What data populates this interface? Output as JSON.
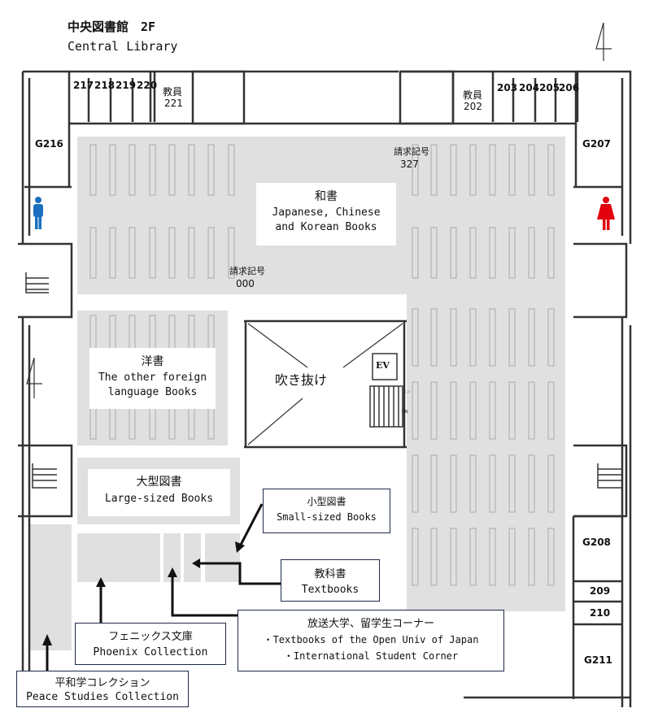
{
  "header": {
    "title_ja": "中央図書館　2F",
    "title_en": "Central Library"
  },
  "rooms": {
    "top_left": [
      "217",
      "218",
      "219",
      "220"
    ],
    "staff_left": {
      "label": "教員",
      "number": "221"
    },
    "staff_right": {
      "label": "教員",
      "number": "202"
    },
    "top_right": [
      "203",
      "204",
      "205",
      "206"
    ],
    "g216": "G216",
    "g207": "G207",
    "g208": "G208",
    "r209": "209",
    "r210": "210",
    "g211": "G211"
  },
  "call_numbers": [
    {
      "label": "請求記号",
      "value": "327"
    },
    {
      "label": "請求記号",
      "value": "000"
    }
  ],
  "atrium": {
    "label": "吹き抜け",
    "elevator": "EV",
    "up": "UP",
    "down": "DN"
  },
  "areas": {
    "japanese": {
      "ja": "和書",
      "en1": "Japanese, Chinese",
      "en2": "and Korean Books"
    },
    "foreign": {
      "ja": "洋書",
      "en1": "The other foreign",
      "en2": "language Books"
    },
    "large": {
      "ja": "大型図書",
      "en": "Large-sized Books"
    }
  },
  "callouts": {
    "small": {
      "ja": "小型図書",
      "en": "Small-sized Books"
    },
    "textbooks": {
      "ja": "教科書",
      "en": "Textbooks"
    },
    "open_univ": {
      "ja": "放送大学、留学生コーナー",
      "en1": "・Textbooks of the Open Univ of Japan",
      "en2": "・International Student Corner"
    },
    "phoenix": {
      "ja": "フェニックス文庫",
      "en": "Phoenix Collection"
    },
    "peace": {
      "ja": "平和学コレクション",
      "en": "Peace Studies Collection"
    }
  },
  "colors": {
    "shelf_area": "#e0e0e0",
    "wall": "#333333",
    "men": "#1a6fbf",
    "women": "#e3000f",
    "callout_border": "#1f2a4a"
  }
}
